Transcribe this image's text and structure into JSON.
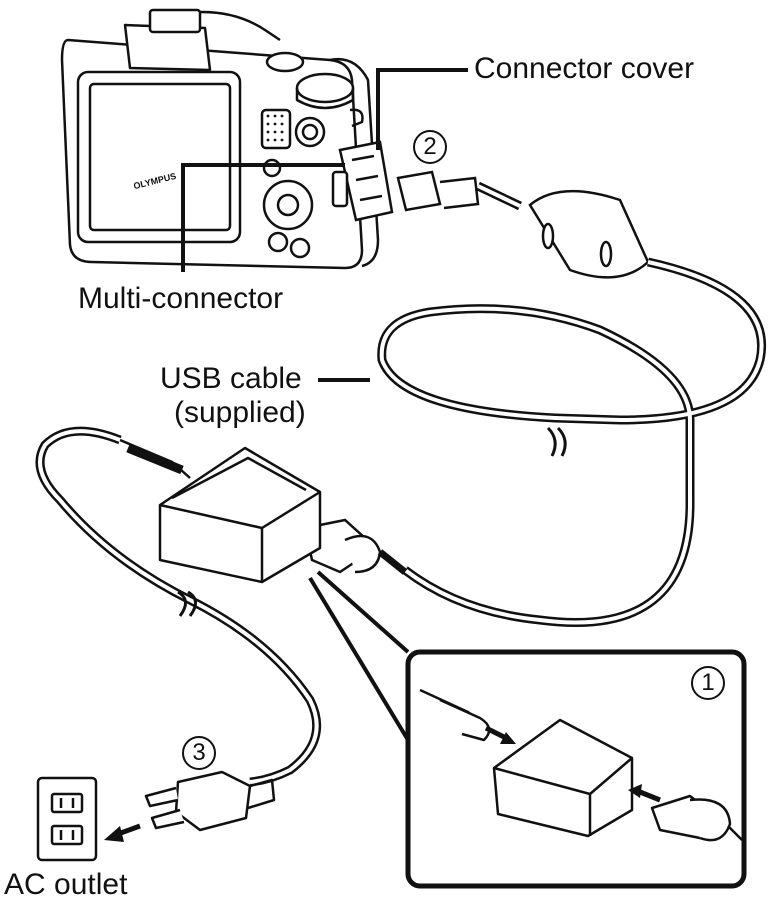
{
  "labels": {
    "connector_cover": "Connector cover",
    "multi_connector": "Multi-connector",
    "usb_cable_line1": "USB cable",
    "usb_cable_line2": "(supplied)",
    "ac_outlet": "AC outlet"
  },
  "steps": {
    "step1": "1",
    "step2": "2",
    "step3": "3"
  },
  "camera_brand": "OLYMPUS"
}
